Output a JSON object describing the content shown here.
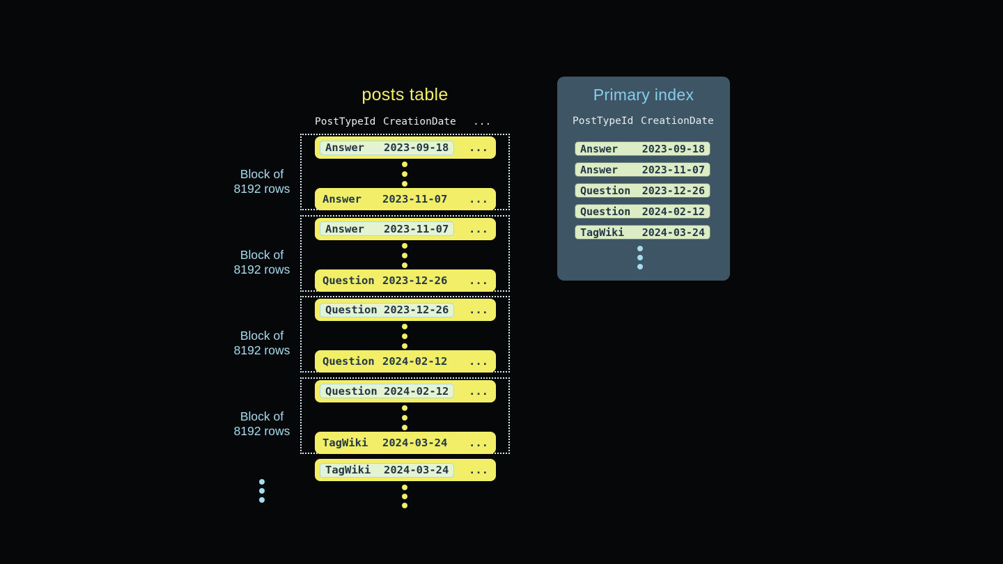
{
  "posts_table": {
    "title": "posts table",
    "headers": {
      "col1": "PostTypeId",
      "col2": "CreationDate",
      "col3": "..."
    },
    "ellipsis": "...",
    "blocks": [
      {
        "label_line1": "Block of",
        "label_line2": "8192 rows",
        "first": {
          "type": "Answer",
          "date": "2023-09-18"
        },
        "last": {
          "type": "Answer",
          "date": "2023-11-07"
        }
      },
      {
        "label_line1": "Block of",
        "label_line2": "8192 rows",
        "first": {
          "type": "Answer",
          "date": "2023-11-07"
        },
        "last": {
          "type": "Question",
          "date": "2023-12-26"
        }
      },
      {
        "label_line1": "Block of",
        "label_line2": "8192 rows",
        "first": {
          "type": "Question",
          "date": "2023-12-26"
        },
        "last": {
          "type": "Question",
          "date": "2024-02-12"
        }
      },
      {
        "label_line1": "Block of",
        "label_line2": "8192 rows",
        "first": {
          "type": "Question",
          "date": "2024-02-12"
        },
        "last": {
          "type": "TagWiki",
          "date": "2024-03-24"
        }
      }
    ],
    "overflow_row": {
      "type": "TagWiki",
      "date": "2024-03-24"
    }
  },
  "primary_index": {
    "title": "Primary index",
    "headers": {
      "col1": "PostTypeId",
      "col2": "CreationDate"
    },
    "rows": [
      {
        "type": "Answer",
        "date": "2023-09-18"
      },
      {
        "type": "Answer",
        "date": "2023-11-07"
      },
      {
        "type": "Question",
        "date": "2023-12-26"
      },
      {
        "type": "Question",
        "date": "2024-02-12"
      },
      {
        "type": "TagWiki",
        "date": "2024-03-24"
      }
    ]
  },
  "colors": {
    "background": "#060709",
    "row_yellow": "#f2ee68",
    "dark_text": "#233746",
    "highlight_green": "#e4f3d2",
    "highlight_border": "#a6d9e9",
    "block_dotted_border": "#d7ecf4",
    "light_blue": "#a6dcee",
    "panel_background": "#3e5565",
    "panel_title": "#86cdeb",
    "header_text": "#e9edf0",
    "index_row_green": "#dcedc5"
  }
}
